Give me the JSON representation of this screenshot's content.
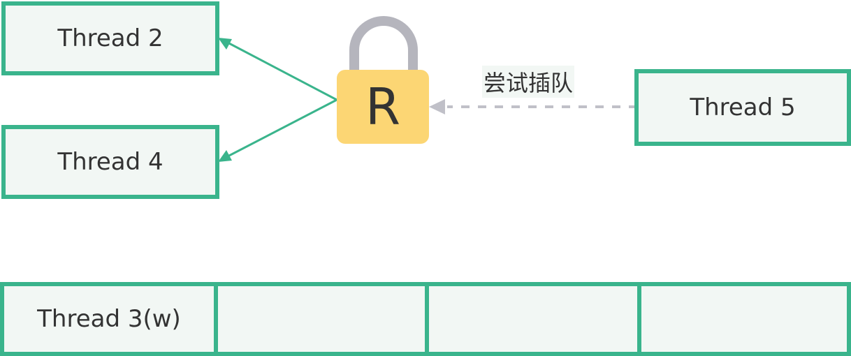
{
  "threads": {
    "thread2": "Thread 2",
    "thread4": "Thread 4",
    "thread5": "Thread 5"
  },
  "lock": {
    "letter": "R",
    "body_color": "#fcd674",
    "shackle_color": "#b5b5bd"
  },
  "attempt_label": "尝试插队",
  "queue": {
    "cells": [
      "Thread 3(w)",
      "",
      "",
      ""
    ]
  },
  "colors": {
    "accent": "#3ab48c",
    "box_fill": "#f2f7f4",
    "dashed_arrow": "#c0c0c8"
  }
}
